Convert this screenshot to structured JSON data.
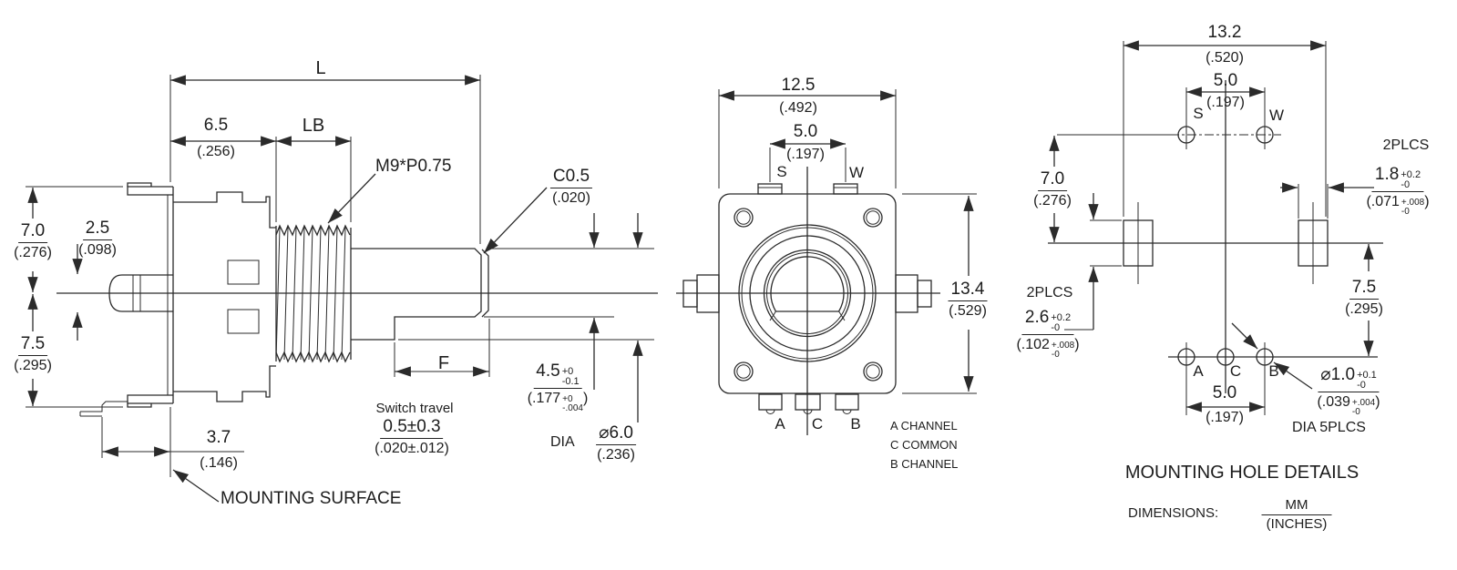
{
  "side_view": {
    "length_dim": "L",
    "body_depth": {
      "mm": "6.5",
      "inch": "(.256)"
    },
    "bushing_length": "LB",
    "thread_spec": "M9*P0.75",
    "chamfer": {
      "mm": "C0.5",
      "inch": "(.020)"
    },
    "upper_height": {
      "mm": "7.0",
      "inch": "(.276)"
    },
    "pin_offset": {
      "mm": "2.5",
      "inch": "(.098)"
    },
    "lower_height": {
      "mm": "7.5",
      "inch": "(.295)"
    },
    "pin_depth": {
      "mm": "3.7",
      "inch": "(.146)"
    },
    "flat_length": "F",
    "switch_travel_label": "Switch travel",
    "switch_travel": {
      "mm": "0.5±0.3",
      "inch": "(.020±.012)"
    },
    "flat_dim": {
      "mm": "4.5",
      "up": "+0",
      "dn": "-0.1",
      "inch": "(.177",
      "iup": "+0",
      "idn": "-.004",
      "close": ")"
    },
    "dia_label": "DIA",
    "shaft_dia": {
      "mm": "⌀6.0",
      "inch": "(.236)"
    },
    "mounting_surface": "MOUNTING SURFACE"
  },
  "front_view": {
    "width": {
      "mm": "12.5",
      "inch": "(.492)"
    },
    "top_pitch": {
      "mm": "5.0",
      "inch": "(.197)"
    },
    "height": {
      "mm": "13.4",
      "inch": "(.529)"
    },
    "terminals": {
      "s": "S",
      "w": "W",
      "a": "A",
      "c": "C",
      "b": "B"
    },
    "legend": [
      "A CHANNEL",
      "C COMMON",
      "B CHANNEL"
    ]
  },
  "mounting_view": {
    "width": {
      "mm": "13.2",
      "inch": "(.520)"
    },
    "sw_pitch": {
      "mm": "5.0",
      "inch": "(.197)"
    },
    "sw_offset": {
      "mm": "7.0",
      "inch": "(.276)"
    },
    "abc_offset": {
      "mm": "7.5",
      "inch": "(.295)"
    },
    "ab_pitch": {
      "mm": "5.0",
      "inch": "(.197)"
    },
    "slot_w": {
      "plcs": "2PLCS",
      "mm": "1.8",
      "up": "+0.2",
      "dn": "-0",
      "inch": "(.071",
      "iup": "+.008",
      "idn": "-0",
      "close": ")"
    },
    "slot_h": {
      "plcs": "2PLCS",
      "mm": "2.6",
      "up": "+0.2",
      "dn": "-0",
      "inch": "(.102",
      "iup": "+.008",
      "idn": "-0",
      "close": ")"
    },
    "hole_dia": {
      "mm": "⌀1.0",
      "up": "+0.1",
      "dn": "-0",
      "inch": "(.039",
      "iup": "+.004",
      "idn": "-0",
      "close": ")",
      "note": "DIA 5PLCS"
    },
    "holes": {
      "s": "S",
      "w": "W",
      "a": "A",
      "c": "C",
      "b": "B"
    },
    "title": "MOUNTING HOLE DETAILS",
    "dims_label": "DIMENSIONS:",
    "unit_mm": "MM",
    "unit_inch": "(INCHES)"
  }
}
